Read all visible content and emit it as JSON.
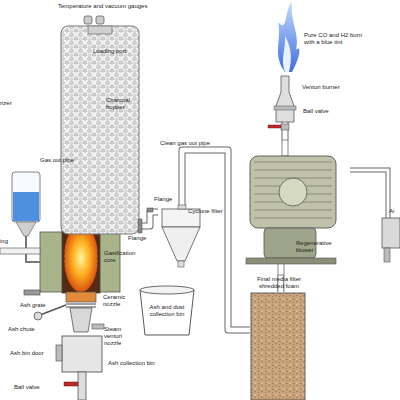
{
  "diagram": {
    "nodes": [
      {
        "text": [
          "Charcoal hopper"
        ]
      },
      {
        "text": [
          "Cyclone filter"
        ]
      },
      {
        "text": [
          "Ash and dust collection bin"
        ]
      },
      {
        "text": [
          "Final media filter shredded foam"
        ]
      },
      {
        "text": [
          "Regenerative blower"
        ]
      },
      {
        "text": [
          "Venturi burner"
        ]
      }
    ],
    "edges": [
      {
        "from": 0,
        "to": 1,
        "arrow": "none"
      },
      {
        "from": 1,
        "to": 3,
        "arrow": "none"
      },
      {
        "from": 3,
        "to": 4,
        "arrow": "none"
      },
      {
        "from": 4,
        "to": 5,
        "arrow": "none"
      }
    ],
    "labels": [
      "Temperature and vacuum gauges",
      "Loading port",
      "rizer",
      "Gas out pipe",
      "ing",
      "Flange",
      "Flange",
      "Clean gas out pipe",
      "Gasification core",
      "Ceramic nozzle",
      "Ash grate",
      "Ash chute",
      "Steam venturi nozzle",
      "Ash bin door",
      "Ash collection bin",
      "Ball valve",
      "Pure CO and H2 burn with a blue tint",
      "Ball valve",
      "Ai"
    ]
  }
}
